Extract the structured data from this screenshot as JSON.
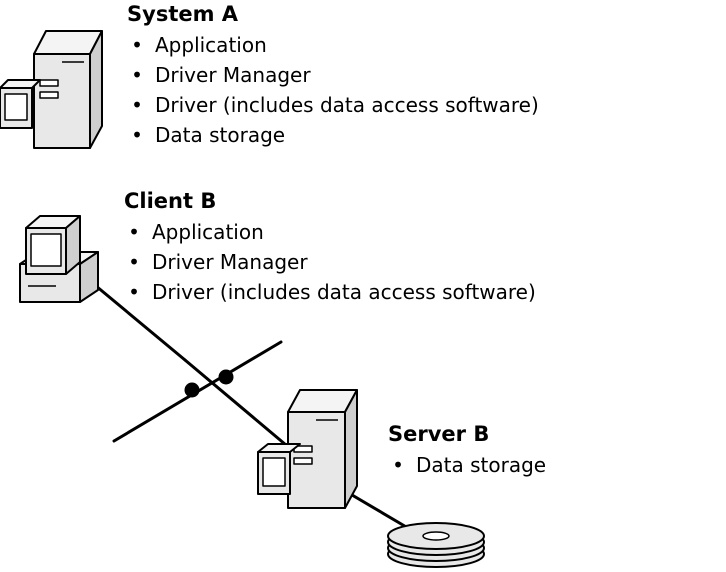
{
  "system_a": {
    "title": "System A",
    "items": [
      "Application",
      "Driver Manager",
      "Driver (includes data access software)",
      "Data storage"
    ]
  },
  "client_b": {
    "title": "Client B",
    "items": [
      "Application",
      "Driver Manager",
      "Driver (includes data access software)"
    ]
  },
  "server_b": {
    "title": "Server B",
    "items": [
      "Data storage"
    ]
  },
  "bullet": "•",
  "icons": {
    "system_a": "server-workstation-icon",
    "client_b": "desktop-computer-icon",
    "server_b": "server-workstation-icon",
    "storage": "disk-storage-icon"
  },
  "colors": {
    "line": "#000000",
    "device_fill": "#e8e8e8",
    "device_dark": "#cfcfcf",
    "screen_fill": "#ffffff"
  }
}
